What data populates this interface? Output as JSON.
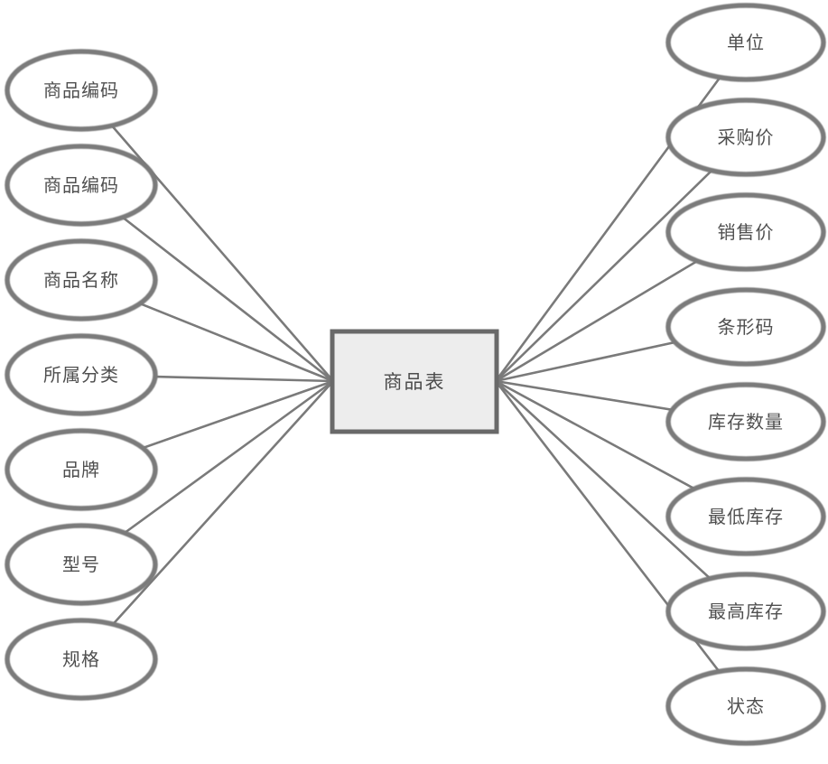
{
  "diagram": {
    "center": {
      "label": "商品表"
    },
    "left": [
      {
        "label": "商品编码"
      },
      {
        "label": "商品编码"
      },
      {
        "label": "商品名称"
      },
      {
        "label": "所属分类"
      },
      {
        "label": "品牌"
      },
      {
        "label": "型号"
      },
      {
        "label": "规格"
      }
    ],
    "right": [
      {
        "label": "单位"
      },
      {
        "label": "采购价"
      },
      {
        "label": "销售价"
      },
      {
        "label": "条形码"
      },
      {
        "label": "库存数量"
      },
      {
        "label": "最低库存"
      },
      {
        "label": "最高库存"
      },
      {
        "label": "状态"
      }
    ]
  },
  "colors": {
    "node_stroke": "#7b7b7b",
    "node_fill": "#ffffff",
    "connector": "#7a7a7a",
    "entity_fill": "#ededed",
    "entity_stroke": "#696969",
    "text": "#4f4f4f"
  }
}
